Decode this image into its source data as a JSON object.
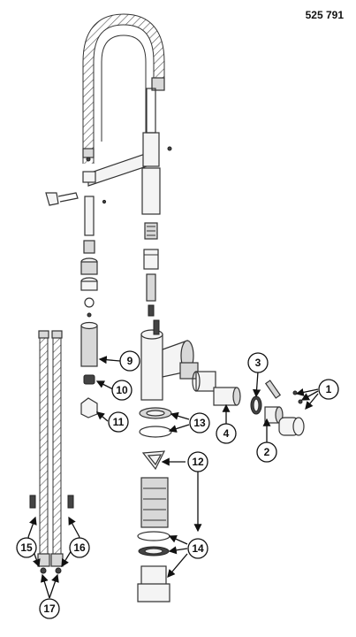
{
  "header": {
    "part_number": "525 791"
  },
  "callouts": [
    {
      "id": "1",
      "label": "1"
    },
    {
      "id": "2",
      "label": "2"
    },
    {
      "id": "3",
      "label": "3"
    },
    {
      "id": "4",
      "label": "4"
    },
    {
      "id": "9",
      "label": "9"
    },
    {
      "id": "10",
      "label": "10"
    },
    {
      "id": "11",
      "label": "11"
    },
    {
      "id": "12",
      "label": "12"
    },
    {
      "id": "13",
      "label": "13"
    },
    {
      "id": "14",
      "label": "14"
    },
    {
      "id": "15",
      "label": "15"
    },
    {
      "id": "16",
      "label": "16"
    },
    {
      "id": "17",
      "label": "17"
    }
  ]
}
